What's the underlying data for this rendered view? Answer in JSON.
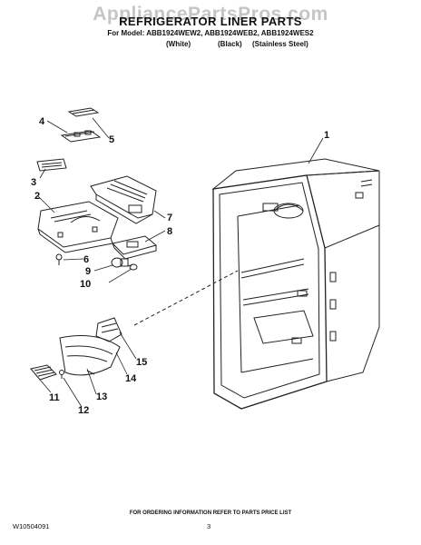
{
  "watermark": "AppliancePartsPros.com",
  "header": {
    "title": "REFRIGERATOR LINER PARTS",
    "models": "For Model: ABB1924WEW2, ABB1924WEB2, ABB1924WES2",
    "finish_white": "(White)",
    "finish_black": "(Black)",
    "finish_stainless": "(Stainless Steel)"
  },
  "callouts": [
    "1",
    "2",
    "3",
    "4",
    "5",
    "6",
    "7",
    "8",
    "9",
    "10",
    "11",
    "12",
    "13",
    "14",
    "15"
  ],
  "footer": {
    "ordering_note": "FOR ORDERING INFORMATION REFER TO PARTS PRICE LIST",
    "doc_number": "W10504091",
    "page_number": "3"
  }
}
